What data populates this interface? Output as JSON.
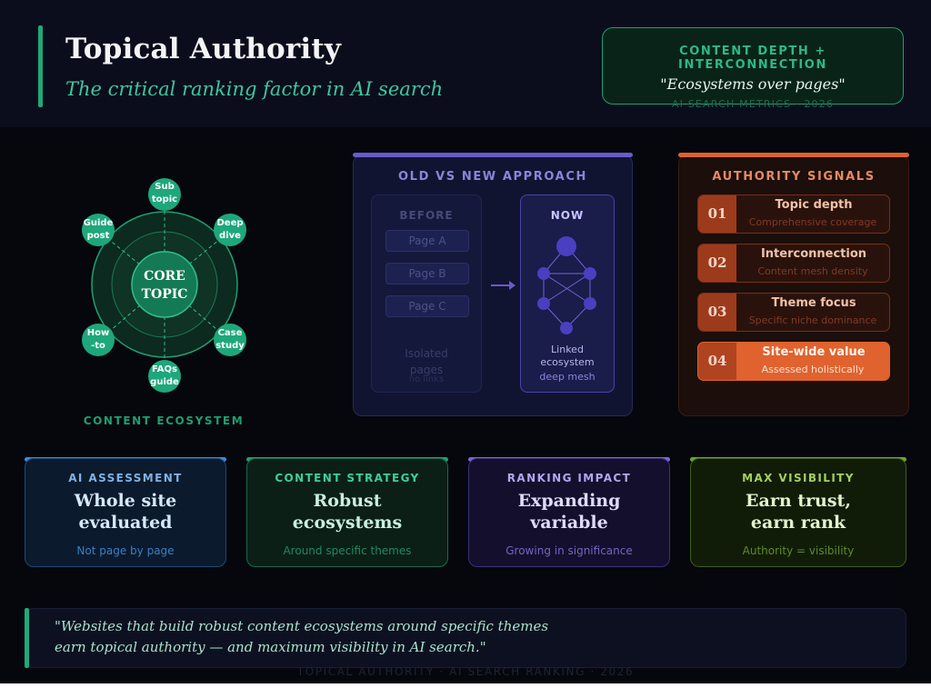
{
  "header": {
    "title": "Topical Authority",
    "subtitle": "The critical ranking factor in AI search",
    "badge": {
      "label": "CONTENT DEPTH + INTERCONNECTION",
      "quote": "\"Ecosystems over pages\"",
      "meta": "AI SEARCH METRICS · 2026"
    }
  },
  "diagram": {
    "core_line1": "CORE",
    "core_line2": "TOPIC",
    "nodes": [
      {
        "line1": "Sub",
        "line2": "topic"
      },
      {
        "line1": "Deep",
        "line2": "dive"
      },
      {
        "line1": "Case",
        "line2": "study"
      },
      {
        "line1": "FAQs",
        "line2": "guide"
      },
      {
        "line1": "How",
        "line2": "-to"
      },
      {
        "line1": "Guide",
        "line2": "post"
      }
    ],
    "label": "CONTENT ECOSYSTEM"
  },
  "approach": {
    "title": "OLD VS NEW APPROACH",
    "before": {
      "title": "BEFORE",
      "pages": [
        "Page A",
        "Page B",
        "Page C"
      ],
      "caption_line1": "Isolated",
      "caption_line2": "pages",
      "caption_sub": "no links"
    },
    "now": {
      "title": "NOW",
      "caption_line1": "Linked",
      "caption_line2": "ecosystem",
      "caption_sub": "deep mesh"
    }
  },
  "signals": {
    "title": "AUTHORITY SIGNALS",
    "items": [
      {
        "num": "01",
        "title": "Topic depth",
        "sub": "Comprehensive coverage"
      },
      {
        "num": "02",
        "title": "Interconnection",
        "sub": "Content mesh density"
      },
      {
        "num": "03",
        "title": "Theme focus",
        "sub": "Specific niche dominance"
      },
      {
        "num": "04",
        "title": "Site-wide value",
        "sub": "Assessed holistically"
      }
    ]
  },
  "cards": [
    {
      "label": "AI ASSESSMENT",
      "line1": "Whole site",
      "line2": "evaluated",
      "sub": "Not page by page"
    },
    {
      "label": "CONTENT STRATEGY",
      "line1": "Robust",
      "line2": "ecosystems",
      "sub": "Around specific themes"
    },
    {
      "label": "RANKING IMPACT",
      "line1": "Expanding",
      "line2": "variable",
      "sub": "Growing in significance"
    },
    {
      "label": "MAX VISIBILITY",
      "line1": "Earn trust,",
      "line2": "earn rank",
      "sub": "Authority = visibility"
    }
  ],
  "quote": {
    "line1": "\"Websites that build robust content ecosystems around specific themes",
    "line2": "earn topical authority — and maximum visibility in AI search.\""
  },
  "footer": "TOPICAL AUTHORITY · AI SEARCH RANKING · 2026",
  "colors": {
    "accent_green": "#1fa97a",
    "accent_purple": "#6a5acd",
    "accent_orange": "#e0622e",
    "card_blue": "#3a8ad8",
    "card_green": "#1f9e70",
    "card_purple": "#7a64d8",
    "card_olive": "#6aa82a"
  }
}
